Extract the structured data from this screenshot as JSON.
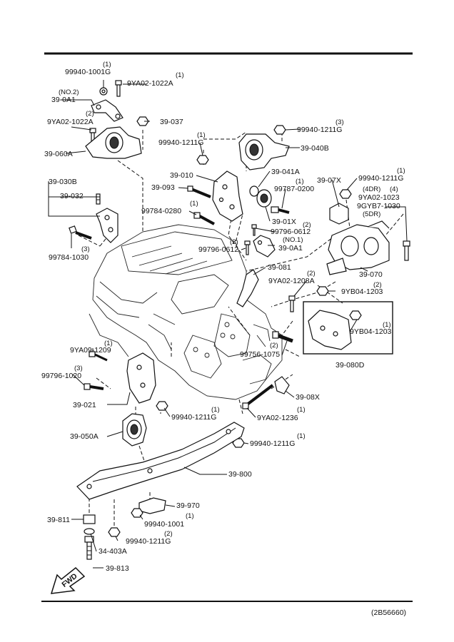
{
  "diagram_code": "(2B56660)",
  "fwd_label": "FWD",
  "labels": {
    "p99940_1001g_top": "99940-1001G",
    "p99940_1001g_top_q": "(1)",
    "p9ya02_1022a_top": "9YA02-1022A",
    "p9ya02_1022a_top_q": "(1)",
    "no2": "(NO.2)",
    "p39_0a1_top": "39-0A1",
    "p9ya02_1022a_mid": "9YA02-1022A",
    "p9ya02_1022a_mid_q": "(2)",
    "p39_037": "39-037",
    "p39_060a": "39-060A",
    "p99940_1211g_a": "99940-1211G",
    "p99940_1211g_a_q": "(3)",
    "p99940_1211g_b": "99940-1211G",
    "p99940_1211g_b_q": "(1)",
    "p39_040b": "39-040B",
    "p39_010": "39-010",
    "p39_041a": "39-041A",
    "p39_093": "39-093",
    "p99787_0200": "99787-0200",
    "p99787_0200_q": "(1)",
    "p39_030b": "39-030B",
    "p39_032": "39-032",
    "p99784_0280": "99784-0280",
    "p99784_0280_q": "(1)",
    "p39_01x": "39-01X",
    "p99796_0612_r": "99796-0612",
    "p99796_0612_r_q": "(2)",
    "no1": "(NO.1)",
    "p39_0a1_mid": "39-0A1",
    "p99796_0612_l": "99796-0612",
    "p99796_0612_l_q": "(2)",
    "p99784_1030": "99784-1030",
    "p99784_1030_q": "(3)",
    "p39_07x": "39-07X",
    "p99940_1211g_c": "99940-1211G",
    "p99940_1211g_c_q": "(1)",
    "p4dr": "(4DR)",
    "p4dr_q": "(4)",
    "p9ya02_1023": "9YA02-1023",
    "p9gyb7_1030": "9GYB7-1030",
    "p5dr": "(5DR)",
    "p39_070": "39-070",
    "p39_081": "39-081",
    "p9ya02_1208a": "9YA02-1208A",
    "p9ya02_1208a_q": "(2)",
    "p9yb04_1203_a": "9YB04-1203",
    "p9yb04_1203_a_q": "(2)",
    "p9yb04_1203_b": "9YB04-1203",
    "p9yb04_1203_b_q": "(1)",
    "p9ya09_1209": "9YA09-1209",
    "p9ya09_1209_q": "(1)",
    "p99796_1020": "99796-1020",
    "p99796_1020_q": "(3)",
    "p99756_1075": "99756-1075",
    "p99756_1075_q": "(2)",
    "p39_080d": "39-080D",
    "p39_021": "39-021",
    "p39_08x": "39-08X",
    "p99940_1211g_d": "99940-1211G",
    "p99940_1211g_d_q": "(1)",
    "p9ya02_1236": "9YA02-1236",
    "p9ya02_1236_q": "(1)",
    "p39_050a": "39-050A",
    "p99940_1211g_e": "99940-1211G",
    "p99940_1211g_e_q": "(1)",
    "p39_800": "39-800",
    "p39_970": "39-970",
    "p99940_1001": "99940-1001",
    "p99940_1001_q": "(1)",
    "p39_811": "39-811",
    "p99940_1211g_f": "99940-1211G",
    "p99940_1211g_f_q": "(2)",
    "p34_403a": "34-403A",
    "p39_813": "39-813"
  }
}
